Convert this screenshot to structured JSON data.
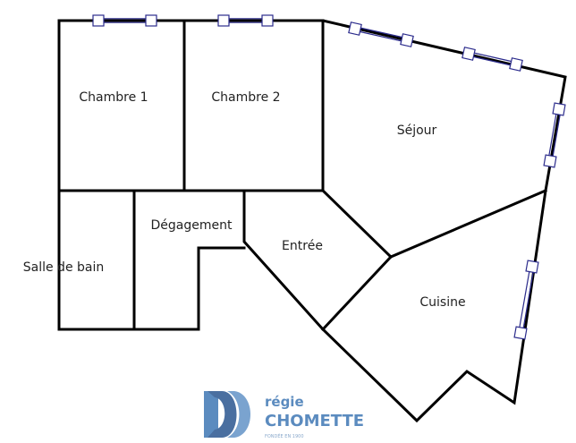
{
  "rooms": {
    "chambre1": "Chambre 1",
    "chambre2": "Chambre 2",
    "sejour": "Séjour",
    "degagement": "Dégagement",
    "entree": "Entrée",
    "salle_de_bain": "Salle de bain",
    "cuisine": "Cuisine"
  },
  "logo": {
    "line1": "régie",
    "line2": "CHOMETTE",
    "tagline": "FONDÉE EN 1900"
  },
  "colors": {
    "wall": "#000000",
    "window": "#2b2b8c",
    "logo_blue": "#5b8bbf",
    "logo_dark": "#4a6fa0"
  }
}
